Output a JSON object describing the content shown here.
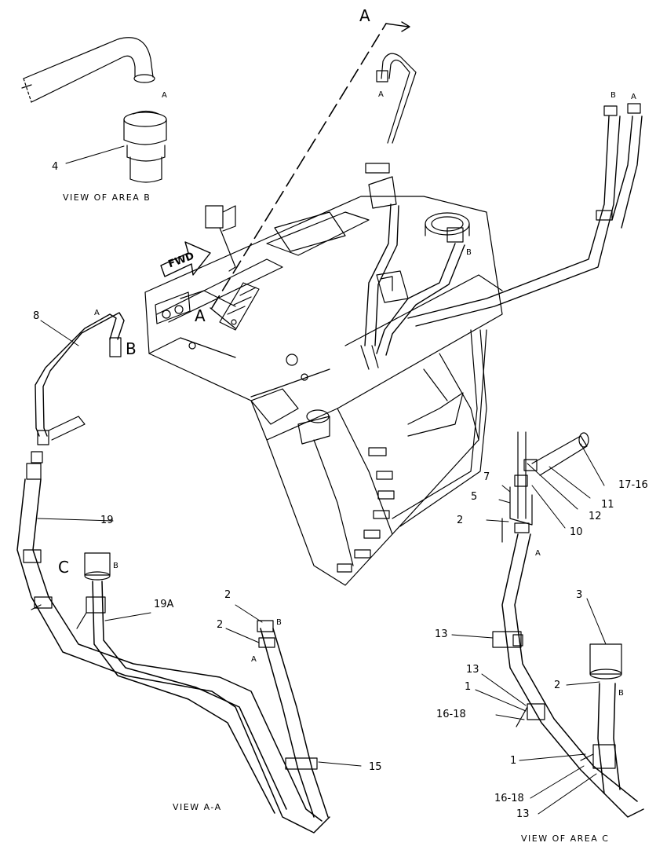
{
  "labels": {
    "view_area_b": "VIEW OF AREA B",
    "view_a_a": "VIEW A-A",
    "view_area_c": "VIEW OF AREA C",
    "fwd": "FWD",
    "section_a_top": "A",
    "section_a_mid": "A",
    "callout_b_large": "B",
    "callout_c_large": "C"
  },
  "callouts": {
    "c4": "4",
    "c8": "8",
    "c19": "19",
    "c19a": "19A",
    "c2_left_top": "2",
    "c2_left_bottom": "2",
    "c15": "15",
    "c7": "7",
    "c5": "5",
    "c2_right": "2",
    "c10": "10",
    "c12": "12",
    "c11": "11",
    "c17_16": "17-16",
    "c3": "3",
    "c13_a": "13",
    "c13_b": "13",
    "c1_a": "1",
    "c16_18_a": "16-18",
    "c2_c": "2",
    "c1_b": "1",
    "c16_18_b": "16-18",
    "c13_c": "13"
  },
  "port_letters": {
    "view_b_a": "A",
    "top_hose_a": "A",
    "top_right_b": "B",
    "top_right_a": "A",
    "tank_b": "B",
    "line8_a": "A",
    "sensor_b": "B",
    "va_b": "B",
    "va_a": "A",
    "c_a": "A",
    "c_b": "B"
  }
}
